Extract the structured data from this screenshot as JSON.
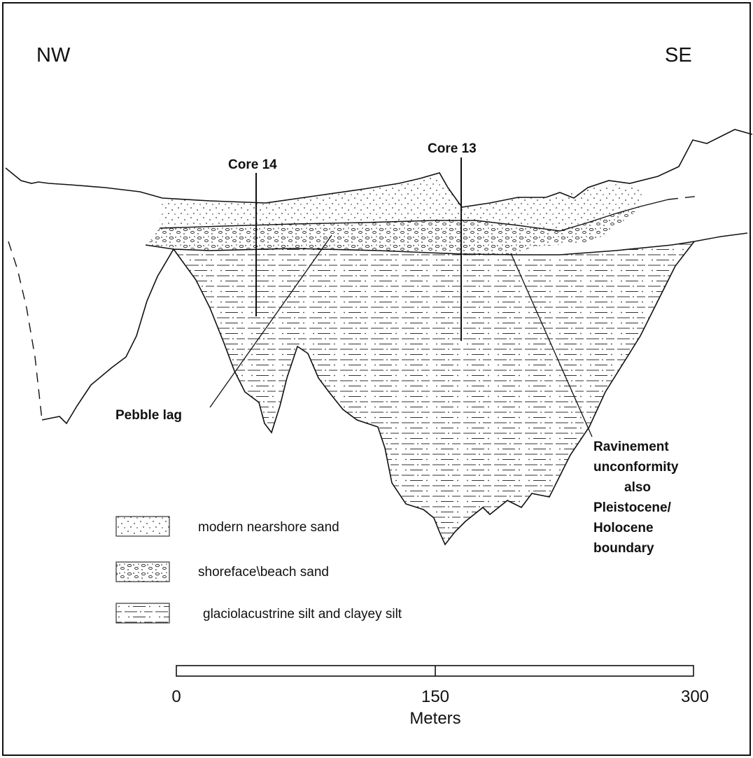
{
  "orientation": {
    "left": "NW",
    "right": "SE"
  },
  "cores": [
    {
      "label": "Core 14"
    },
    {
      "label": "Core 13"
    }
  ],
  "annotations": {
    "pebble_lag": "Pebble lag",
    "ravinement": [
      "Ravinement",
      "unconformity",
      "also",
      "Pleistocene/",
      "Holocene",
      "boundary"
    ]
  },
  "legend": [
    {
      "label": "modern nearshore sand",
      "pattern": "dots"
    },
    {
      "label": "shoreface\\beach sand",
      "pattern": "pebbles"
    },
    {
      "label": "glaciolacustrine silt and clayey silt",
      "pattern": "dash-dot"
    }
  ],
  "scale_bar": {
    "ticks": [
      "0",
      "150",
      "300"
    ],
    "unit": "Meters"
  },
  "colors": {
    "ink": "#111111",
    "background": "#ffffff"
  }
}
